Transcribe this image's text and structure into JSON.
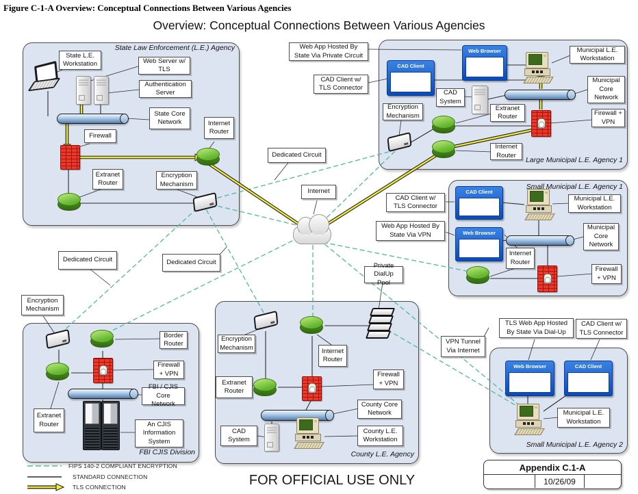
{
  "page": {
    "figure_caption": "Figure C-1-A  Overview: Conceptual Connections Between Various Agencies",
    "diagram_title": "Overview: Conceptual Connections Between Various Agencies",
    "footer_marking": "FOR OFFICIAL USE ONLY"
  },
  "legend": {
    "fips": "FIPS 140-2 COMPLIANT ENCRYPTION",
    "standard": "STANDARD CONNECTION",
    "tls": "TLS CONNECTION"
  },
  "title_block": {
    "appendix": "Appendix C.1-A",
    "date": "10/26/09"
  },
  "center": {
    "internet": "Internet",
    "dedicated_circuits": [
      "Dedicated Circuit",
      "Dedicated Circuit",
      "Dedicated Circuit"
    ]
  },
  "agencies": {
    "state": {
      "title": "State Law Enforcement (L.E.) Agency",
      "labels": {
        "workstation": "State L.E. Workstation",
        "web_server": "Web Server w/ TLS",
        "auth_server": "Authentication Server",
        "core_network": "State Core Network",
        "firewall": "Firewall",
        "internet_router": "Internet Router",
        "extranet_router": "Extranet Router",
        "encryption": "Encryption Mechanism"
      }
    },
    "large_municipal_1": {
      "title": "Large Municipal L.E. Agency 1",
      "windows": {
        "web_browser": "Web Browser",
        "cad_client": "CAD Client"
      },
      "labels": {
        "web_app": "Web App Hosted By State Via Private Circuit",
        "cad_tls": "CAD Client w/ TLS Connector",
        "cad_system": "CAD System",
        "workstation": "Municipal L.E. Workstation",
        "core_network": "Municipal Core Network",
        "encryption": "Encryption Mechanism",
        "extranet_router": "Extranet Router",
        "firewall_vpn": "Firewall + VPN",
        "internet_router": "Internet Router"
      }
    },
    "small_municipal_1": {
      "title": "Small Municipal L.E. Agency 1",
      "windows": {
        "cad_client": "CAD Client",
        "web_browser": "Web Browser"
      },
      "labels": {
        "cad_tls": "CAD Client w/ TLS Connector",
        "web_app": "Web App Hosted By State Via VPN",
        "workstation": "Municipal L.E. Workstation",
        "core_network": "Municipal Core Network",
        "internet_router": "Internet Router",
        "firewall_vpn": "Firewall + VPN"
      }
    },
    "fbi": {
      "title": "FBI CJIS Division",
      "labels": {
        "encryption": "Encryption Mechanism",
        "border_router": "Border Router",
        "firewall_vpn": "Firewall + VPN",
        "core_network": "FBI / CJIS Core Network",
        "info_system": "An CJIS Information System",
        "extranet_router": "Extranet Router"
      }
    },
    "county": {
      "title": "County L.E. Agency",
      "labels": {
        "dialup_pool": "Private DialUp Pool",
        "encryption": "Encryption Mechanism",
        "internet_router": "Internet Router",
        "extranet_router": "Extranet Router",
        "firewall_vpn": "Firewall + VPN",
        "core_network": "County Core Network",
        "cad_system": "CAD System",
        "workstation": "County L.E. Workstation"
      }
    },
    "small_municipal_2": {
      "title": "Small Municipal L.E. Agency 2",
      "windows": {
        "web_browser": "Web Browser",
        "cad_client": "CAD Client"
      },
      "labels": {
        "vpn_tunnel": "VPN Tunnel Via Internet",
        "tls_web_app": "TLS Web App Hosted By State Via Dial-Up",
        "cad_tls": "CAD Client w/ TLS Connector",
        "workstation": "Municipal L.E. Workstation"
      }
    }
  },
  "icons": {
    "router": "green-puck-router",
    "firewall": "red-brick-wall",
    "firewall_vpn": "red-brick-wall-with-lock",
    "network_backbone": "blue-pipe-segment",
    "server": "tower-server",
    "workstation_desktop": "beige-desktop-computer",
    "laptop": "laptop-computer",
    "encryption_device": "white-inline-encryptor",
    "internet_cloud": "cloud",
    "dialup_pool": "modem-stack",
    "info_system": "black-server-rack-pair"
  },
  "colors": {
    "agency_fill": "#dde4f1",
    "agency_border": "#4a4a4a",
    "encrypted_line": "#4fb99a",
    "tls_yellow": "#f3ec3d",
    "router_green": "#62b52e",
    "firewall_red": "#e8392c",
    "window_blue": "#0a4cba",
    "pipe_blue": "#aac7e5"
  }
}
